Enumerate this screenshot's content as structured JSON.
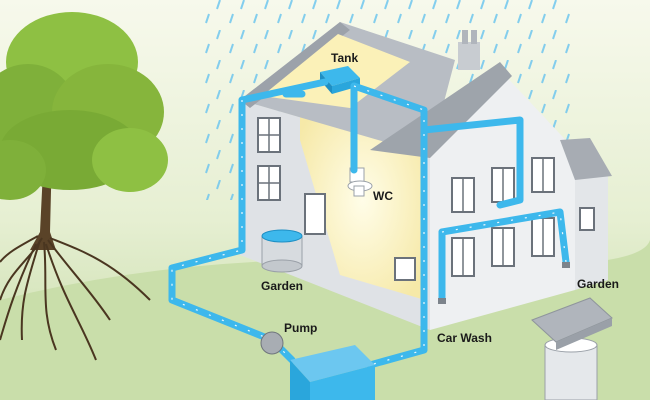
{
  "labels": {
    "tank": "Tank",
    "wc": "WC",
    "garden_left": "Garden",
    "garden_right": "Garden",
    "pump": "Pump",
    "car_wash": "Car Wash"
  },
  "colors": {
    "sky_top": "#f7f9ec",
    "ground": "#c5dba6",
    "pipe": "#3db8ec",
    "pipe_dark": "#1e8fc4",
    "house_wall": "#e9ebee",
    "roof": "#b3b8bf",
    "tree": "#86b53c",
    "interior_glow": "#fbf3c2"
  },
  "icons": [
    "rain",
    "tree",
    "house",
    "tank",
    "pump",
    "storage-tank",
    "water-butt",
    "wc",
    "downpipe"
  ]
}
